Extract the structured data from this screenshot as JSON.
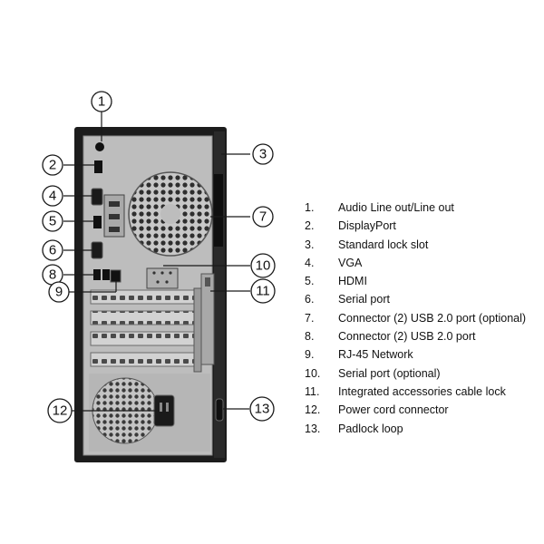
{
  "callouts": [
    "1",
    "2",
    "3",
    "4",
    "5",
    "6",
    "7",
    "8",
    "9",
    "10",
    "11",
    "12",
    "13"
  ],
  "legend": [
    {
      "num": "1.",
      "label": "Audio Line out/Line out"
    },
    {
      "num": "2.",
      "label": "DisplayPort"
    },
    {
      "num": "3.",
      "label": "Standard lock slot"
    },
    {
      "num": "4.",
      "label": "VGA"
    },
    {
      "num": "5.",
      "label": "HDMI"
    },
    {
      "num": "6.",
      "label": "Serial port"
    },
    {
      "num": "7.",
      "label": "Connector (2) USB 2.0 port (optional)"
    },
    {
      "num": "8.",
      "label": "Connector (2) USB 2.0 port"
    },
    {
      "num": "9.",
      "label": "RJ-45 Network"
    },
    {
      "num": "10.",
      "label": "Serial port (optional)"
    },
    {
      "num": "11.",
      "label": "Integrated accessories cable lock"
    },
    {
      "num": "12.",
      "label": "Power cord connector"
    },
    {
      "num": "13.",
      "label": "Padlock loop"
    }
  ],
  "colors": {
    "chassis": "#1c1c1c",
    "panel": "#bdbdbd",
    "line": "#1a1a1a"
  }
}
